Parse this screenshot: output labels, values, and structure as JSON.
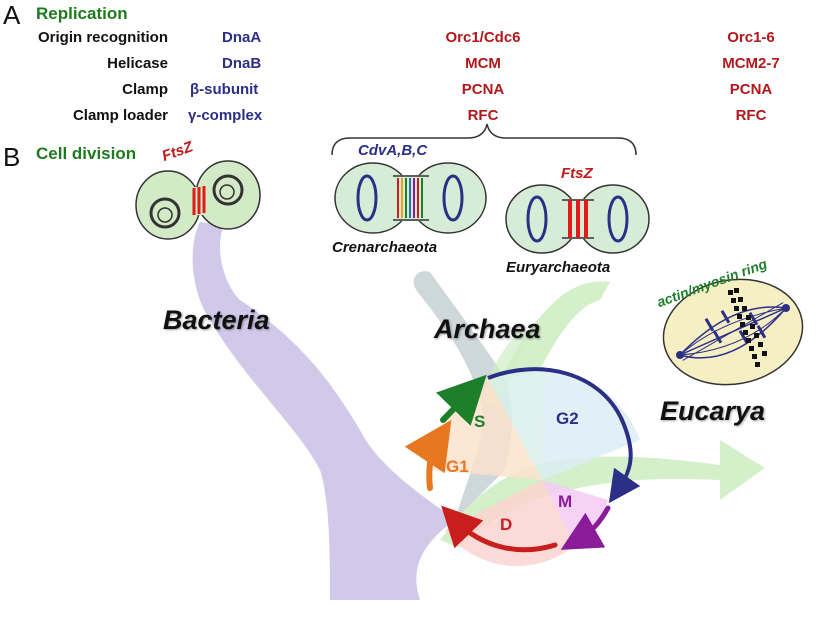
{
  "panel_a": {
    "letter": "A",
    "heading": "Replication",
    "rows": [
      {
        "label": "Origin recognition",
        "bacteria": "DnaA",
        "archaea": "Orc1/Cdc6",
        "eucarya": "Orc1-6"
      },
      {
        "label": "Helicase",
        "bacteria": "DnaB",
        "archaea": "MCM",
        "eucarya": "MCM2-7"
      },
      {
        "label": "Clamp",
        "bacteria": "β-subunit",
        "archaea": "PCNA",
        "eucarya": "PCNA"
      },
      {
        "label": "Clamp loader",
        "bacteria": "γ-complex",
        "archaea": "RFC",
        "eucarya": "RFC"
      }
    ]
  },
  "panel_b": {
    "letter": "B",
    "heading": "Cell division",
    "proteins": {
      "bacteria": "FtsZ",
      "crenarchaeota": "CdvA,B,C",
      "euryarchaeota": "FtsZ",
      "eucarya": "actin/myosin ring"
    },
    "phyla": {
      "crenarchaeota": "Crenarchaeota",
      "euryarchaeota": "Euryarchaeota"
    },
    "domains": {
      "bacteria": "Bacteria",
      "archaea": "Archaea",
      "eucarya": "Eucarya"
    },
    "cell_cycle": {
      "phases": [
        "S",
        "G2",
        "G1",
        "M",
        "D"
      ]
    }
  },
  "colors": {
    "replication_heading": "#1f7a1f",
    "bacteria_protein": "#2b2f86",
    "archaea_eucarya_protein": "#b2181b",
    "bacteria_branch": "#c9bfe6",
    "archaea_branch": "#c9d3d6",
    "eucarya_branch": "#cfeec4",
    "phase_s": "#1e7f2a",
    "phase_g2": "#2b2f86",
    "phase_g1": "#e87722",
    "phase_m": "#8a1c9a",
    "phase_d": "#c81e1e"
  }
}
